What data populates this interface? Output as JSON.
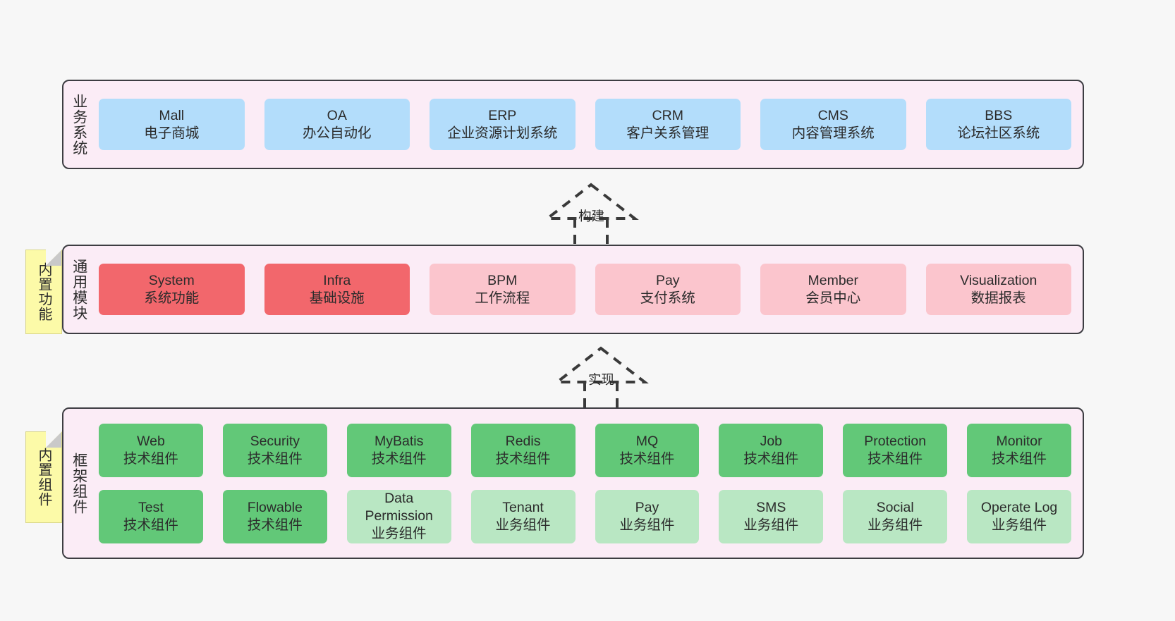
{
  "diagram": {
    "background": "#f7f7f7",
    "panel_fill": "#fbecf6",
    "panel_border": "#3d3d42",
    "note_fill": "#fcfaa8"
  },
  "layers": [
    {
      "id": "business",
      "title": "业务系统",
      "note": null,
      "rows": [
        {
          "cells": [
            {
              "l1": "Mall",
              "l2": "电子商城",
              "color": "#b3ddfb",
              "cls": "c-blue"
            },
            {
              "l1": "OA",
              "l2": "办公自动化",
              "color": "#b3ddfb",
              "cls": "c-blue"
            },
            {
              "l1": "ERP",
              "l2": "企业资源计划系统",
              "color": "#b3ddfb",
              "cls": "c-blue"
            },
            {
              "l1": "CRM",
              "l2": "客户关系管理",
              "color": "#b3ddfb",
              "cls": "c-blue"
            },
            {
              "l1": "CMS",
              "l2": "内容管理系统",
              "color": "#b3ddfb",
              "cls": "c-blue"
            },
            {
              "l1": "BBS",
              "l2": "论坛社区系统",
              "color": "#b3ddfb",
              "cls": "c-blue"
            }
          ]
        }
      ]
    },
    {
      "id": "module",
      "title": "通用模块",
      "note": "内置功能",
      "rows": [
        {
          "cells": [
            {
              "l1": "System",
              "l2": "系统功能",
              "color": "#f2676c",
              "cls": "c-red"
            },
            {
              "l1": "Infra",
              "l2": "基础设施",
              "color": "#f2676c",
              "cls": "c-red"
            },
            {
              "l1": "BPM",
              "l2": "工作流程",
              "color": "#fbc5cd",
              "cls": "c-pink"
            },
            {
              "l1": "Pay",
              "l2": "支付系统",
              "color": "#fbc5cd",
              "cls": "c-pink"
            },
            {
              "l1": "Member",
              "l2": "会员中心",
              "color": "#fbc5cd",
              "cls": "c-pink"
            },
            {
              "l1": "Visualization",
              "l2": "数据报表",
              "color": "#fbc5cd",
              "cls": "c-pink"
            }
          ]
        }
      ]
    },
    {
      "id": "frame",
      "title": "框架组件",
      "note": "内置组件",
      "rows": [
        {
          "cells": [
            {
              "l1": "Web",
              "l2": "技术组件",
              "color": "#62c878",
              "cls": "c-green"
            },
            {
              "l1": "Security",
              "l2": "技术组件",
              "color": "#62c878",
              "cls": "c-green"
            },
            {
              "l1": "MyBatis",
              "l2": "技术组件",
              "color": "#62c878",
              "cls": "c-green"
            },
            {
              "l1": "Redis",
              "l2": "技术组件",
              "color": "#62c878",
              "cls": "c-green"
            },
            {
              "l1": "MQ",
              "l2": "技术组件",
              "color": "#62c878",
              "cls": "c-green"
            },
            {
              "l1": "Job",
              "l2": "技术组件",
              "color": "#62c878",
              "cls": "c-green"
            },
            {
              "l1": "Protection",
              "l2": "技术组件",
              "color": "#62c878",
              "cls": "c-green"
            },
            {
              "l1": "Monitor",
              "l2": "技术组件",
              "color": "#62c878",
              "cls": "c-green"
            }
          ]
        },
        {
          "cells": [
            {
              "l1": "Test",
              "l2": "技术组件",
              "color": "#62c878",
              "cls": "c-green"
            },
            {
              "l1": "Flowable",
              "l2": "技术组件",
              "color": "#62c878",
              "cls": "c-green"
            },
            {
              "l1": "Data Permission",
              "l2": "业务组件",
              "color": "#b9e7c3",
              "cls": "c-green-light",
              "wrap": true
            },
            {
              "l1": "Tenant",
              "l2": "业务组件",
              "color": "#b9e7c3",
              "cls": "c-green-light"
            },
            {
              "l1": "Pay",
              "l2": "业务组件",
              "color": "#b9e7c3",
              "cls": "c-green-light"
            },
            {
              "l1": "SMS",
              "l2": "业务组件",
              "color": "#b9e7c3",
              "cls": "c-green-light"
            },
            {
              "l1": "Social",
              "l2": "业务组件",
              "color": "#b9e7c3",
              "cls": "c-green-light"
            },
            {
              "l1": "Operate Log",
              "l2": "业务组件",
              "color": "#b9e7c3",
              "cls": "c-green-light"
            }
          ]
        }
      ]
    }
  ],
  "connectors": [
    {
      "id": "build",
      "label": "构建",
      "style": "dashed-generalization",
      "direction": "up"
    },
    {
      "id": "impl",
      "label": "实现",
      "style": "dashed-generalization",
      "direction": "up"
    }
  ]
}
